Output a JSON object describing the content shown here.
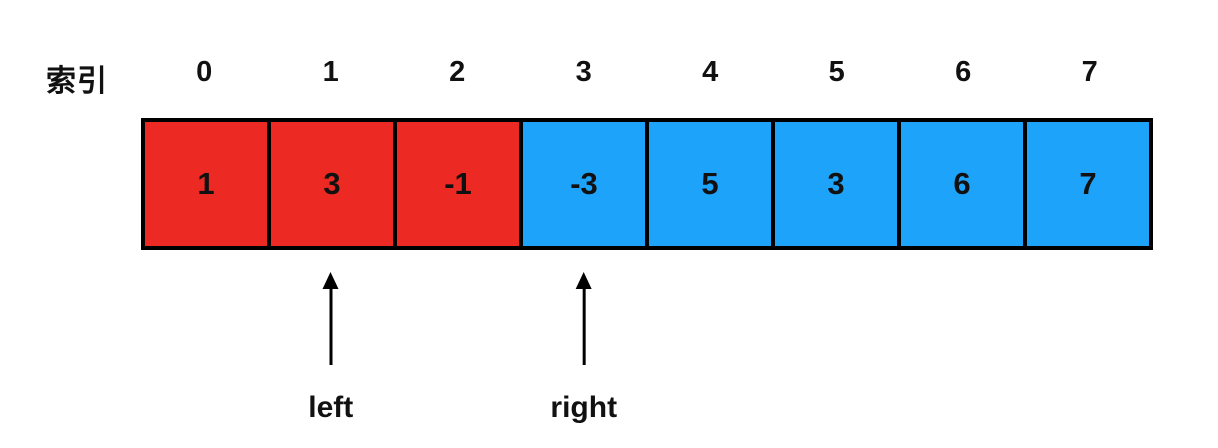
{
  "title_label": "索引",
  "colors": {
    "red": "#EC2A23",
    "blue": "#1EA3FB",
    "border": "#000000",
    "text": "#111111",
    "background": "#FFFFFF"
  },
  "array": {
    "indices": [
      "0",
      "1",
      "2",
      "3",
      "4",
      "5",
      "6",
      "7"
    ],
    "cells": [
      {
        "value": "1",
        "color": "red"
      },
      {
        "value": "3",
        "color": "red"
      },
      {
        "value": "-1",
        "color": "red"
      },
      {
        "value": "-3",
        "color": "blue"
      },
      {
        "value": "5",
        "color": "blue"
      },
      {
        "value": "3",
        "color": "blue"
      },
      {
        "value": "6",
        "color": "blue"
      },
      {
        "value": "7",
        "color": "blue"
      }
    ]
  },
  "pointers": [
    {
      "label": "left",
      "index": 1
    },
    {
      "label": "right",
      "index": 3
    }
  ]
}
